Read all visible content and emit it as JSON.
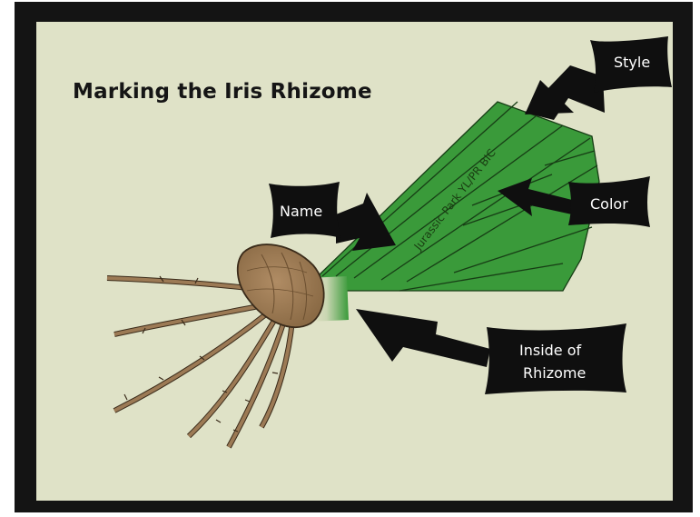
{
  "diagram": {
    "title": "Marking the Iris Rhizome",
    "leaf_marking": "Jurassic Park YL/PR BIC",
    "callouts": {
      "style": "Style",
      "color": "Color",
      "name": "Name",
      "inside_line1": "Inside of",
      "inside_line2": "Rhizome"
    }
  },
  "colors": {
    "frame": "#141414",
    "background": "#dfe2c7",
    "leaf_green": "#3a9a3a",
    "rhizome_brown": "#9c7a55",
    "callout_black": "#0f0f0f"
  }
}
